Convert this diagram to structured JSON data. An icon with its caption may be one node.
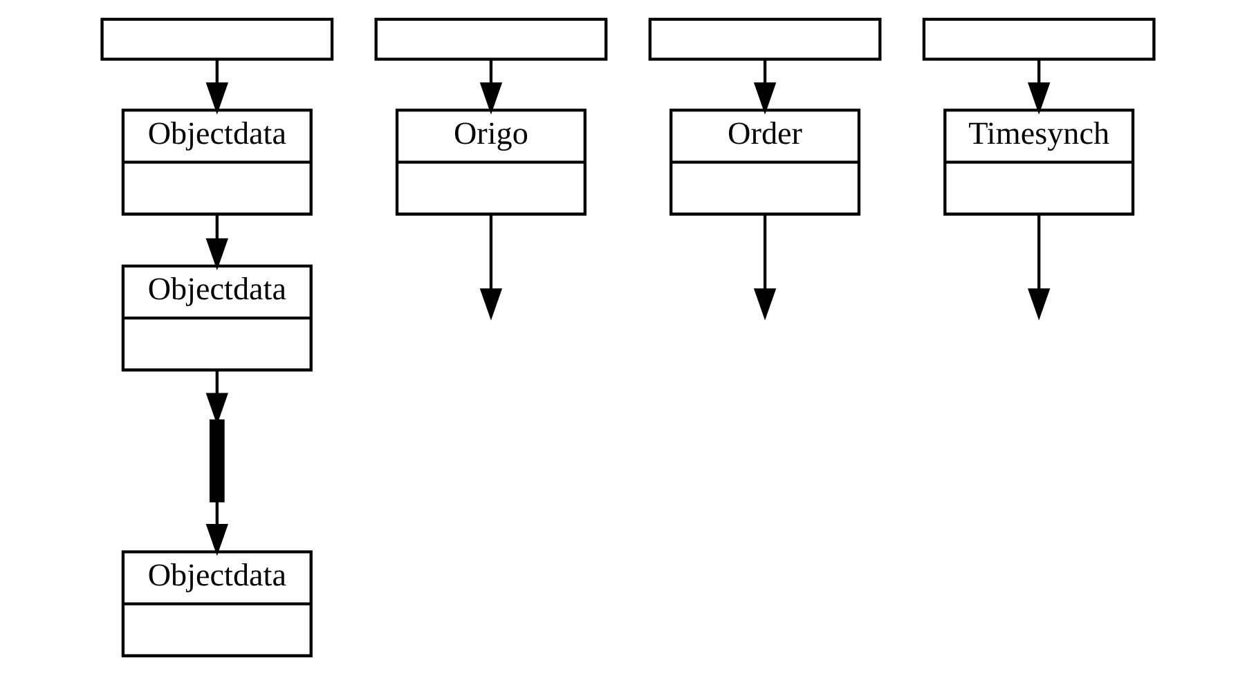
{
  "diagram": {
    "nodes": [
      {
        "text": [],
        "shape": "box"
      },
      {
        "text": [],
        "shape": "box"
      },
      {
        "text": [],
        "shape": "box"
      },
      {
        "text": [],
        "shape": "box"
      },
      {
        "text": [
          "Objectdata"
        ]
      },
      {
        "text": [
          "Origo"
        ]
      },
      {
        "text": [
          "Order"
        ]
      },
      {
        "text": [
          "Timesynch"
        ]
      },
      {
        "text": [
          "Objectdata"
        ]
      },
      {
        "text": [],
        "shape": "bar"
      },
      {
        "text": [
          "Objectdata"
        ]
      }
    ],
    "edges": [
      {
        "from": 0,
        "to": 4,
        "arrow": "to"
      },
      {
        "from": 1,
        "to": 5,
        "arrow": "to"
      },
      {
        "from": 2,
        "to": 6,
        "arrow": "to"
      },
      {
        "from": 3,
        "to": 7,
        "arrow": "to"
      },
      {
        "from": 4,
        "to": 8,
        "arrow": "to"
      },
      {
        "from": 5,
        "to": null,
        "arrow": "to"
      },
      {
        "from": 6,
        "to": null,
        "arrow": "to"
      },
      {
        "from": 7,
        "to": null,
        "arrow": "to"
      },
      {
        "from": 8,
        "to": 9,
        "arrow": "to"
      },
      {
        "from": 9,
        "to": 10,
        "arrow": "to"
      }
    ]
  }
}
